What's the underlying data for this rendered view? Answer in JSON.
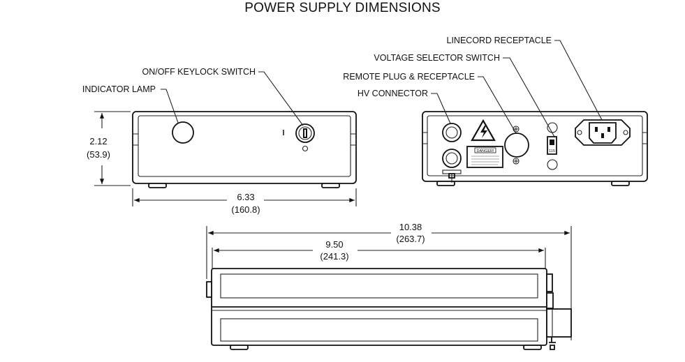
{
  "title": "POWER SUPPLY DIMENSIONS",
  "front_view": {
    "labels": {
      "indicator_lamp": "INDICATOR LAMP",
      "keylock_switch": "ON/OFF KEYLOCK SWITCH"
    },
    "height_dim": {
      "value": "2.12",
      "metric": "(53.9)"
    },
    "width_dim": {
      "value": "6.33",
      "metric": "(160.8)"
    }
  },
  "rear_view": {
    "labels": {
      "linecord": "LINECORD RECEPTACLE",
      "voltage_selector": "VOLTAGE SELECTOR SWITCH",
      "remote_plug": "REMOTE PLUG & RECEPTACLE",
      "hv_connector": "HV CONNECTOR"
    },
    "danger_text": "DANGER!",
    "voltage_setting": "115"
  },
  "side_view": {
    "overall_length": {
      "value": "10.38",
      "metric": "(263.7)"
    },
    "body_length": {
      "value": "9.50",
      "metric": "(241.3)"
    }
  }
}
